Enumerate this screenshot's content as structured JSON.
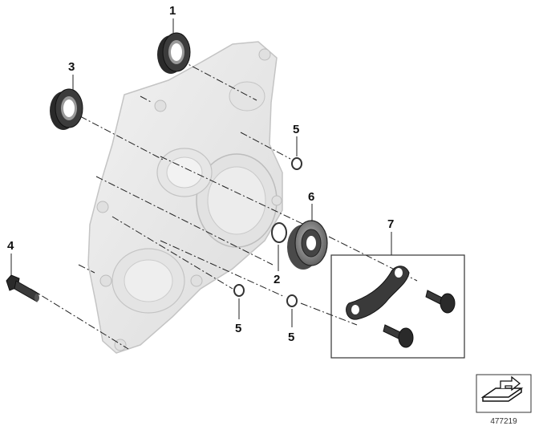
{
  "diagram": {
    "callouts": [
      {
        "id": "1",
        "label": "1"
      },
      {
        "id": "2",
        "label": "2"
      },
      {
        "id": "3",
        "label": "3"
      },
      {
        "id": "4",
        "label": "4"
      },
      {
        "id": "5a",
        "label": "5"
      },
      {
        "id": "5b",
        "label": "5"
      },
      {
        "id": "5c",
        "label": "5"
      },
      {
        "id": "6",
        "label": "6"
      },
      {
        "id": "7",
        "label": "7"
      }
    ],
    "document_number": "477219",
    "icons": {
      "nav": "arrow-stack-icon"
    },
    "colors": {
      "cover": "#e9e9e9",
      "cover_edge": "#c8c8c8",
      "seal_dark": "#2a2a2a",
      "metal": "#777777"
    }
  }
}
